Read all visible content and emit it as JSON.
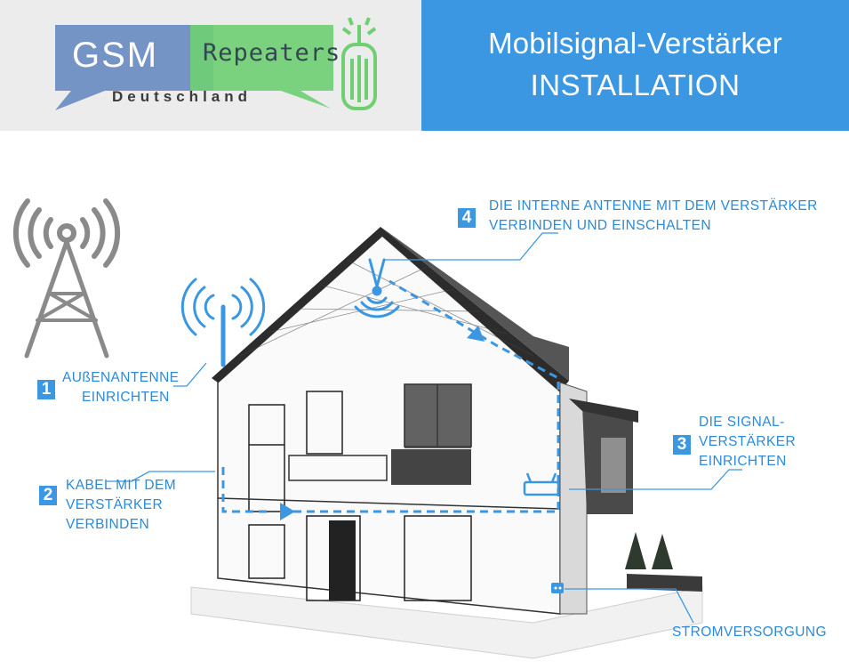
{
  "logo": {
    "gsm": "GSM",
    "repeaters": "Repeaters",
    "country": "Deutschland",
    "colors": {
      "blue": "#6f8fc4",
      "green": "#6fcf72",
      "dark": "#33484e"
    }
  },
  "title": {
    "line1": "Mobilsignal-Verstärker",
    "line2": "INSTALLATION",
    "background": "#3b97e1"
  },
  "steps": [
    {
      "number": "1",
      "lines": [
        "AUßENANTENNE",
        "EINRICHTEN"
      ]
    },
    {
      "number": "2",
      "lines": [
        "KABEL MIT DEM",
        "VERSTÄRKER",
        "VERBINDEN"
      ]
    },
    {
      "number": "3",
      "lines": [
        "DIE SIGNAL-",
        "VERSTÄRKER",
        "EINRICHTEN"
      ]
    },
    {
      "number": "4",
      "lines": [
        "DIE INTERNE ANTENNE MIT DEM VERSTÄRKER",
        "VERBINDEN UND EINSCHALTEN"
      ]
    }
  ],
  "power_label": "STROMVERSORGUNG",
  "icons": [
    "cell-tower-icon",
    "outdoor-antenna-icon",
    "indoor-antenna-icon",
    "repeater-icon",
    "power-socket-icon"
  ],
  "accent_color": "#2c8ad8"
}
